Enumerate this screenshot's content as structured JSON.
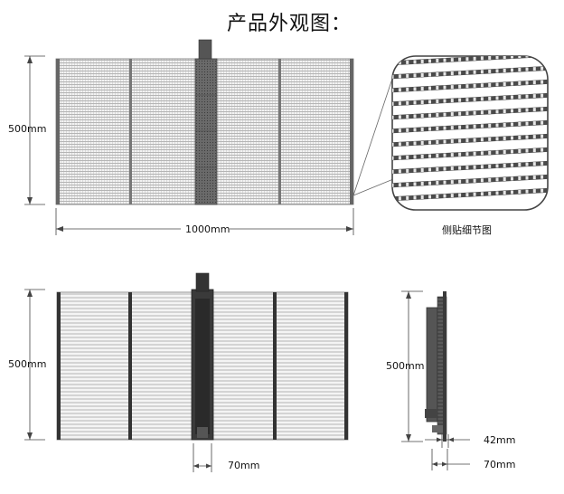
{
  "page_title": "产品外观图：",
  "front_view": {
    "height_label": "500mm",
    "width_label": "1000mm"
  },
  "detail_caption": "侧贴细节图",
  "back_view": {
    "height_label": "500mm",
    "module_width_label": "70mm"
  },
  "side_view": {
    "height_label": "500mm",
    "depth_label_1": "42mm",
    "depth_label_2": "70mm"
  },
  "colors": {
    "frame": "#555555",
    "grid": "#9a9a9a",
    "dark": "#333333",
    "dim": "#444444"
  }
}
